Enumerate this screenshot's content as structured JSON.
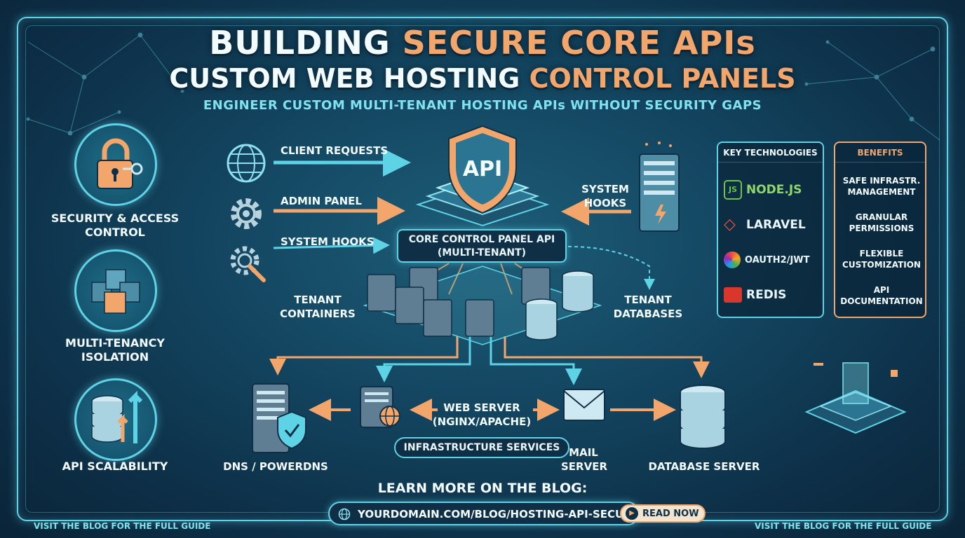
{
  "header": {
    "title_line1_a": "BUILDING",
    "title_line1_b": "SECURE CORE APIs",
    "title_line2_a": "CUSTOM WEB HOSTING",
    "title_line2_b": "CONTROL PANELS",
    "subtitle": "ENGINEER CUSTOM MULTI-TENANT HOSTING APIs WITHOUT SECURITY GAPS"
  },
  "left_features": [
    {
      "label": "SECURITY & ACCESS CONTROL",
      "icon": "padlock-key-icon"
    },
    {
      "label": "MULTI-TENANCY ISOLATION",
      "icon": "stacked-cubes-icon"
    },
    {
      "label": "API SCALABILITY",
      "icon": "database-growth-icon"
    }
  ],
  "inputs": {
    "client_requests": "CLIENT REQUESTS",
    "admin_panel": "ADMIN PANEL",
    "system_hooks": "SYSTEM HOOKS",
    "system_hooks_right": "SYSTEM HOOKS"
  },
  "core": {
    "shield_text": "API",
    "label_line1": "CORE CONTROL PANEL API",
    "label_line2": "(MULTI-TENANT)"
  },
  "tenants": {
    "containers": "TENANT CONTAINERS",
    "databases": "TENANT DATABASES"
  },
  "key_technologies": {
    "title": "KEY TECHNOLOGIES",
    "items": [
      "NODE.JS",
      "LARAVEL",
      "OAUTH2/JWT",
      "REDIS"
    ]
  },
  "benefits": {
    "title": "BENEFITS",
    "items": [
      "SAFE INFRASTR. MANAGEMENT",
      "GRANULAR PERMISSIONS",
      "FLEXIBLE CUSTOMIZATION",
      "API DOCUMENTATION"
    ]
  },
  "infrastructure": {
    "dns": "DNS / POWERDNS",
    "web_server_line1": "WEB SERVER",
    "web_server_line2": "(NGINX/APACHE)",
    "mail_line1": "MAIL",
    "mail_line2": "SERVER",
    "database": "DATABASE SERVER",
    "group_label": "INFRASTRUCTURE SERVICES"
  },
  "cta": {
    "learn_more": "LEARN MORE ON THE BLOG:",
    "url": "YOURDOMAIN.COM/BLOG/HOSTING-API-SECURITY",
    "button": "READ NOW"
  },
  "footer": {
    "left": "VISIT THE BLOG FOR THE FULL GUIDE",
    "right": "VISIT THE BLOG FOR THE FULL GUIDE"
  },
  "colors": {
    "accent_cyan": "#5fd3e6",
    "accent_orange": "#f3a66b",
    "background": "#134560"
  }
}
